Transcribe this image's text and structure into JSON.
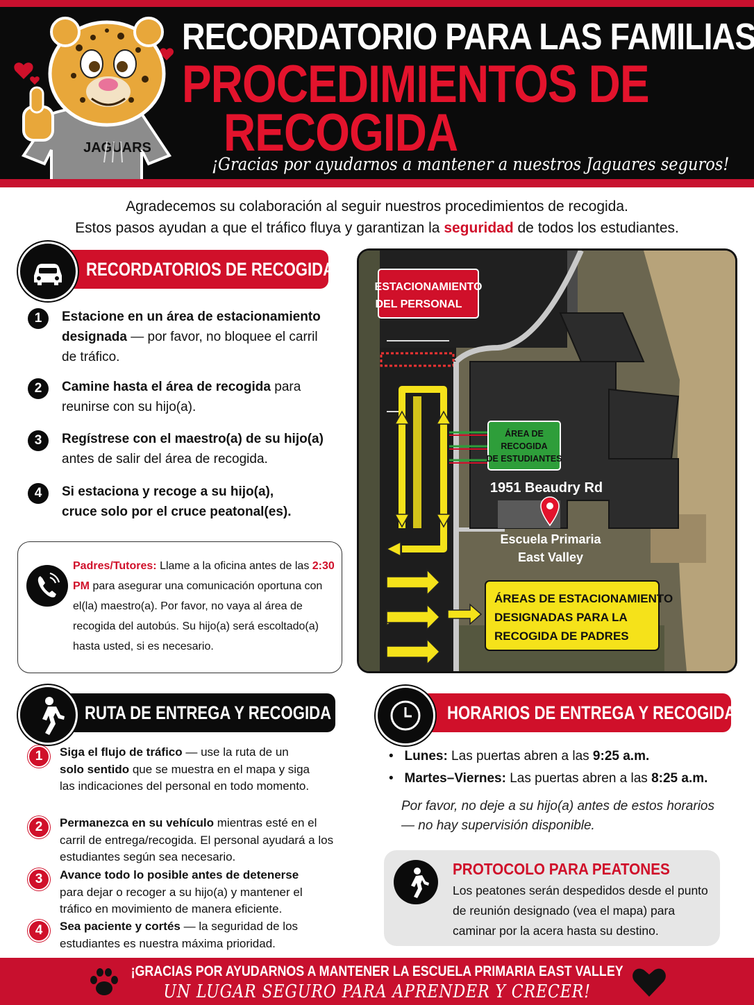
{
  "header": {
    "title_line1": "RECORDATORIO PARA LAS FAMILIAS",
    "title_line2": "PROCEDIMIENTOS DE",
    "title_line3": "RECOGIDA",
    "tagline": "¡Gracias por ayudarnos a mantener a nuestros Jaguares seguros!",
    "mascot_shirt": "JAGUARS"
  },
  "intro": {
    "line1": "Agradecemos su colaboración al seguir nuestros procedimientos de recogida.",
    "line2_a": "Estos pasos ayudan a que el tráfico fluya y garantizan la ",
    "line2_highlight": "seguridad",
    "line2_b": " de todos los estudiantes."
  },
  "reminders": {
    "title": "RECORDATORIOS DE RECOGIDA",
    "steps": [
      {
        "num": "1",
        "bold": "Estacione en un área de estacionamiento designada",
        "rest": " — por favor, no bloquee el carril de tráfico."
      },
      {
        "num": "2",
        "bold": "Camine hasta el área de recogida",
        "rest": " para reunirse con su hijo(a)."
      },
      {
        "num": "3",
        "bold": "Regístrese con el maestro(a) de su hijo(a)",
        "rest": " antes de salir del área de recogida."
      },
      {
        "num": "4",
        "bold": "Si estaciona y recoge a su hijo(a), cruce solo por el cruce peatonal(es).",
        "rest": ""
      }
    ]
  },
  "callbox": {
    "label": "Padres/Tutores:",
    "text_a": " Llame a la oficina antes de las ",
    "time": "2:30 PM",
    "text_b": " para asegurar una comunicación oportuna con el(la) maestro(a).  Por favor, no vaya al área de recogida del autobús.  Su hijo(a) será escoltado(a) hasta usted, si es necesario."
  },
  "map": {
    "staff_parking_l1": "ESTACIONAMIENTO",
    "staff_parking_l2": "DEL PERSONAL",
    "pickup_area_l1": "ÁREA DE",
    "pickup_area_l2": "RECOGIDA",
    "pickup_area_l3": "DE ESTUDIANTES",
    "address": "1951 Beaudry Rd",
    "school_l1": "Escuela Primaria",
    "school_l2": "East Valley",
    "parent_parking_l1": "ÁREAS DE ESTACIONAMIENTO",
    "parent_parking_l2": "DESIGNADAS PARA LA",
    "parent_parking_l3": "RECOGIDA DE PADRES"
  },
  "route": {
    "title": "RUTA DE ENTREGA Y RECOGIDA",
    "steps": [
      {
        "num": "1",
        "html_parts": [
          "Siga el flujo de tráfico",
          " — use la ruta de un ",
          "solo sentido",
          " que se muestra en el mapa y siga las indicaciones del personal en todo momento."
        ]
      },
      {
        "num": "2",
        "html_parts": [
          "Permanezca en su vehículo",
          " mientras esté en el carril de entrega/recogida.  El personal ayudará a los estudiantes según sea necesario.",
          "",
          ""
        ]
      },
      {
        "num": "3",
        "html_parts": [
          "Avance todo lo posible antes de detenerse",
          " para dejar o recoger a su hijo(a) y mantener el tráfico en movimiento de manera eficiente.",
          "",
          ""
        ]
      },
      {
        "num": "4",
        "html_parts": [
          "Sea paciente y cortés",
          " — la seguridad de los estudiantes es nuestra máxima prioridad.",
          "",
          ""
        ]
      }
    ]
  },
  "schedule": {
    "title": "HORARIOS DE ENTREGA Y RECOGIDA",
    "items": [
      {
        "day": "Lunes:",
        "text": " Las puertas abren a las ",
        "time": "9:25 a.m."
      },
      {
        "day": "Martes–Viernes:",
        "text": " Las puertas abren a las ",
        "time": "8:25 a.m."
      }
    ],
    "note": "Por favor, no deje a su hijo(a) antes de estos horarios — no hay supervisión disponible."
  },
  "protocol": {
    "title": "PROTOCOLO PARA PEATONES",
    "body": "Los peatones serán despedidos desde el punto de reunión designado (vea el mapa) para caminar por la acera hasta su destino."
  },
  "footer": {
    "line1": "¡GRACIAS POR AYUDARNOS A MANTENER LA ESCUELA PRIMARIA EAST VALLEY",
    "line2": "UN LUGAR SEGURO PARA APRENDER Y CRECER!"
  },
  "colors": {
    "accent_red": "#d0102a",
    "black": "#0b0b0b",
    "map_yellow": "#f5e21a",
    "pickup_green": "#2e9e3a"
  },
  "icons": [
    "car-icon",
    "phone-icon",
    "walking-person-icon",
    "clock-icon",
    "paw-icon",
    "heart-icon",
    "map-pin-icon",
    "jaguar-mascot-icon"
  ]
}
